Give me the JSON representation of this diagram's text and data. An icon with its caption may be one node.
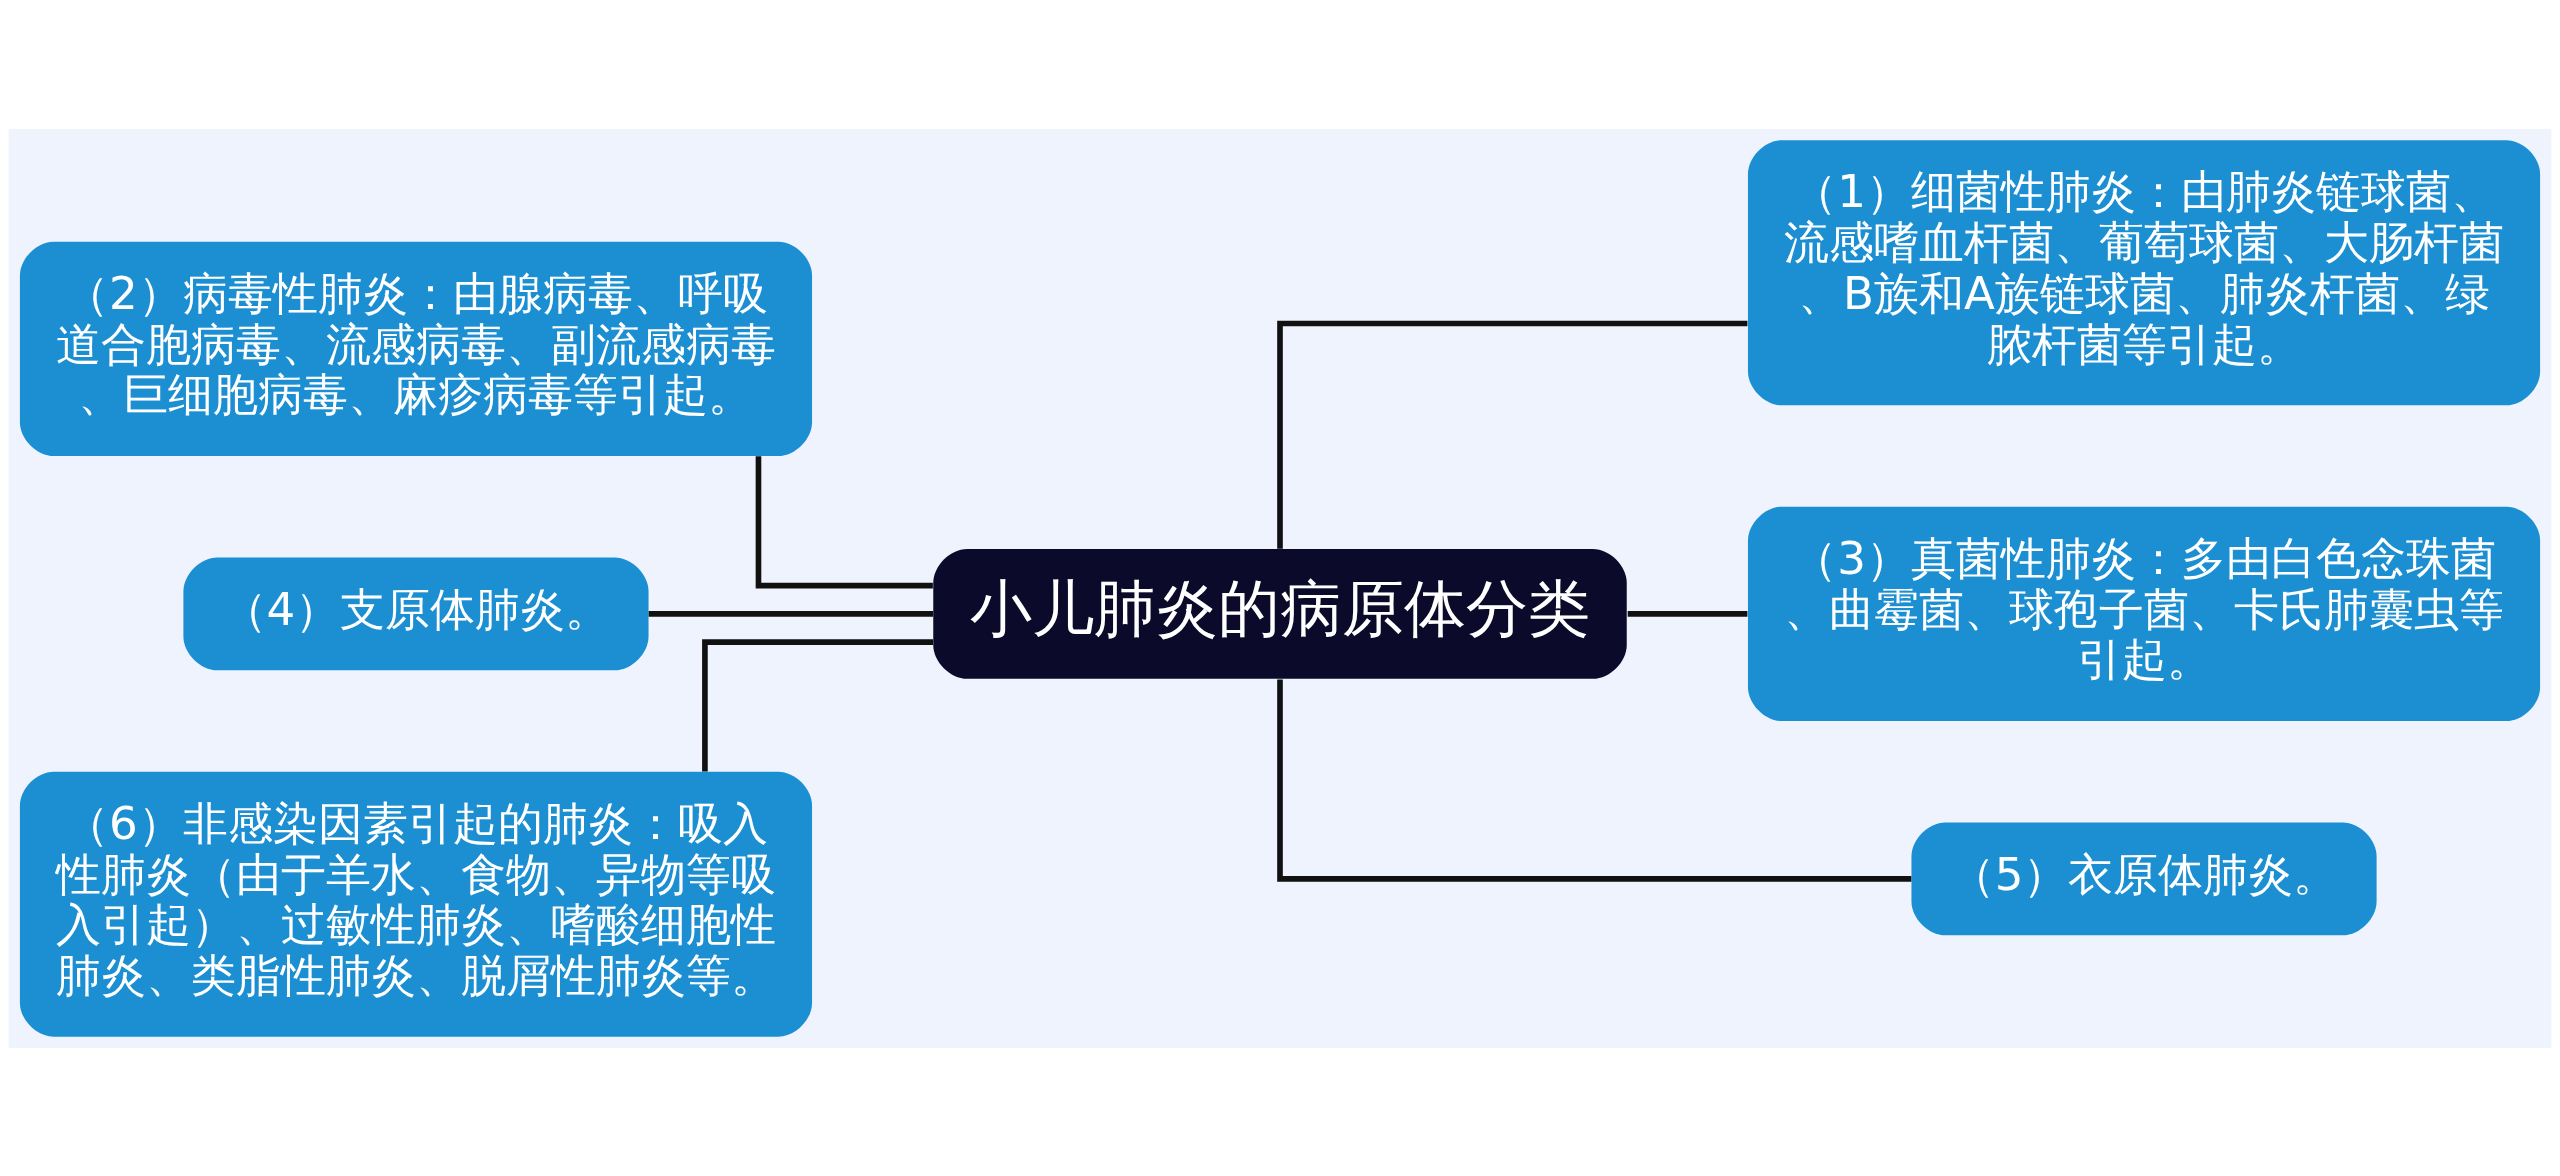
{
  "diagram": {
    "nodes": [
      {
        "text": [
          "小儿肺炎的病原体分类"
        ]
      },
      {
        "text": [
          "（2）病毒性肺炎：由腺病毒、呼吸道合胞病毒、流感病毒、副流感病毒、巨细胞病毒、麻疹病毒等引起。"
        ]
      },
      {
        "text": [
          "（4）支原体肺炎。"
        ]
      },
      {
        "text": [
          "（6）非感染因素引起的肺炎：吸入性肺炎（由于羊水、食物、异物等吸入引起）、过敏性肺炎、嗜酸细胞性肺炎、类脂性肺炎、脱屑性肺炎等。"
        ]
      },
      {
        "text": [
          "（1）细菌性肺炎：由肺炎链球菌、流感嗜血杆菌、葡萄球菌、大肠杆菌、B族和A族链球菌、肺炎杆菌、绿脓杆菌等引起。"
        ]
      },
      {
        "text": [
          "（3）真菌性肺炎：多由白色念珠菌、曲霉菌、球孢子菌、卡氏肺囊虫等引起。"
        ]
      },
      {
        "text": [
          "（5）衣原体肺炎。"
        ]
      }
    ],
    "edges": [
      {
        "from": 0,
        "to": 1,
        "arrow": "none"
      },
      {
        "from": 0,
        "to": 2,
        "arrow": "none"
      },
      {
        "from": 0,
        "to": 3,
        "arrow": "none"
      },
      {
        "from": 0,
        "to": 4,
        "arrow": "none"
      },
      {
        "from": 0,
        "to": 5,
        "arrow": "none"
      },
      {
        "from": 0,
        "to": 6,
        "arrow": "none"
      }
    ]
  }
}
